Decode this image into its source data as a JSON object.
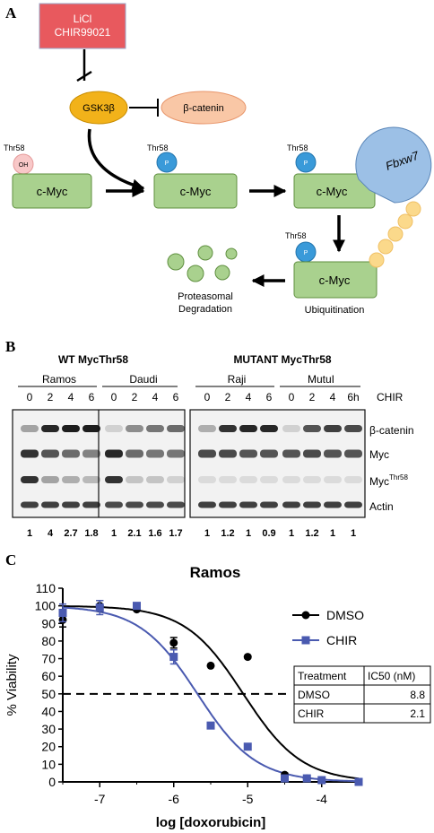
{
  "panel_a": {
    "letter": "A",
    "inhibitors": "LiCl\nCHIR99021",
    "gsk3b": "GSK3β",
    "beta_catenin": "β-catenin",
    "thr58": "Thr58",
    "oh": "OH",
    "p": "P",
    "cmyc": "c-Myc",
    "fbxw7": "Fbxw7",
    "proteasomal": "Proteasomal",
    "degradation": "Degradation",
    "ubiquitination": "Ubiquitination"
  },
  "panel_b": {
    "letter": "B",
    "wt_title": "WT MycThr58",
    "mut_title": "MUTANT MycThr58",
    "cell_lines": [
      "Ramos",
      "Daudi",
      "Raji",
      "MutuI"
    ],
    "timepoints": [
      "0",
      "2",
      "4",
      "6",
      "0",
      "2",
      "4",
      "6",
      "0",
      "2",
      "4",
      "6",
      "0",
      "2",
      "4",
      "6h"
    ],
    "chir_label": "CHIR",
    "row_labels": [
      "β-catenin",
      "Myc",
      "Myc",
      "Actin"
    ],
    "myc_thr58_sup": "Thr58",
    "quant": [
      "1",
      "4",
      "2.7",
      "1.8",
      "1",
      "2.1",
      "1.6",
      "1.7",
      "1",
      "1.2",
      "1",
      "0.9",
      "1",
      "1.2",
      "1",
      "1"
    ]
  },
  "panel_c": {
    "letter": "C",
    "chart_data": {
      "type": "scatter",
      "title": "Ramos",
      "xlabel": "log [doxorubicin]",
      "ylabel": "% Viability",
      "xlim": [
        -7.5,
        -3.5
      ],
      "ylim": [
        0,
        110
      ],
      "x_ticks": [
        "-7",
        "-6",
        "-5",
        "-4"
      ],
      "y_ticks": [
        "0",
        "10",
        "20",
        "30",
        "40",
        "50",
        "60",
        "70",
        "80",
        "90",
        "100",
        "110"
      ],
      "reference_line": {
        "y": 50,
        "style": "dashed"
      },
      "series": [
        {
          "name": "DMSO",
          "color": "#000000",
          "marker": "circle",
          "x": [
            -7.5,
            -7.0,
            -6.5,
            -6.0,
            -5.5,
            -5.0,
            -4.5,
            -4.2,
            -4.0,
            -3.5
          ],
          "y": [
            92,
            100,
            98,
            79,
            66,
            71,
            4,
            2,
            1,
            0
          ],
          "err": [
            4,
            3,
            0,
            3,
            0,
            0,
            1,
            0,
            0,
            0
          ],
          "fit_ic50_log": -5.06
        },
        {
          "name": "CHIR",
          "color": "#4a5ab0",
          "marker": "square",
          "x": [
            -7.5,
            -7.0,
            -6.5,
            -6.0,
            -5.5,
            -5.0,
            -4.5,
            -4.2,
            -4.0,
            -3.5
          ],
          "y": [
            96,
            99,
            100,
            71,
            32,
            20,
            2,
            2,
            1,
            0
          ],
          "err": [
            5,
            4,
            0,
            4,
            0,
            0,
            1,
            0,
            0,
            0
          ],
          "fit_ic50_log": -5.68
        }
      ],
      "legend_position": "right",
      "table": {
        "headers": [
          "Treatment",
          "IC50 (nM)"
        ],
        "rows": [
          [
            "DMSO",
            "8.8"
          ],
          [
            "CHIR",
            "2.1"
          ]
        ]
      }
    }
  }
}
